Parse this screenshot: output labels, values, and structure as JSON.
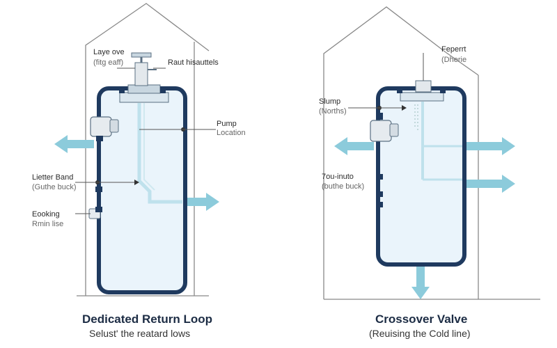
{
  "colors": {
    "pipe": "#1f3a5f",
    "tank_fill": "#eaf4fb",
    "arrow": "#8ccbdb",
    "line": "#555555",
    "accent_pipe": "#bfe1ec"
  },
  "left_panel": {
    "title": "Dedicated Return Loop",
    "subtitle": "Selust' the reatard lows",
    "labels": [
      {
        "main": "Laye ove",
        "sub": "(fitg eaff)"
      },
      {
        "main": "Raut hisauttels",
        "sub": ""
      },
      {
        "main": "Pump",
        "sub": "Location"
      },
      {
        "main": "Lietter Band",
        "sub": "(Guthe buck)"
      },
      {
        "main": "Eooking",
        "sub": "Rmin lise"
      }
    ]
  },
  "right_panel": {
    "title": "Crossover  Valve",
    "subtitle": "(Reuising the Cold line)",
    "labels": [
      {
        "main": "Feperrt",
        "sub": "(Dherie"
      },
      {
        "main": "Slump",
        "sub": "(Norths)"
      },
      {
        "main": "7ou-inuto",
        "sub": "(buthe buck)"
      }
    ]
  }
}
